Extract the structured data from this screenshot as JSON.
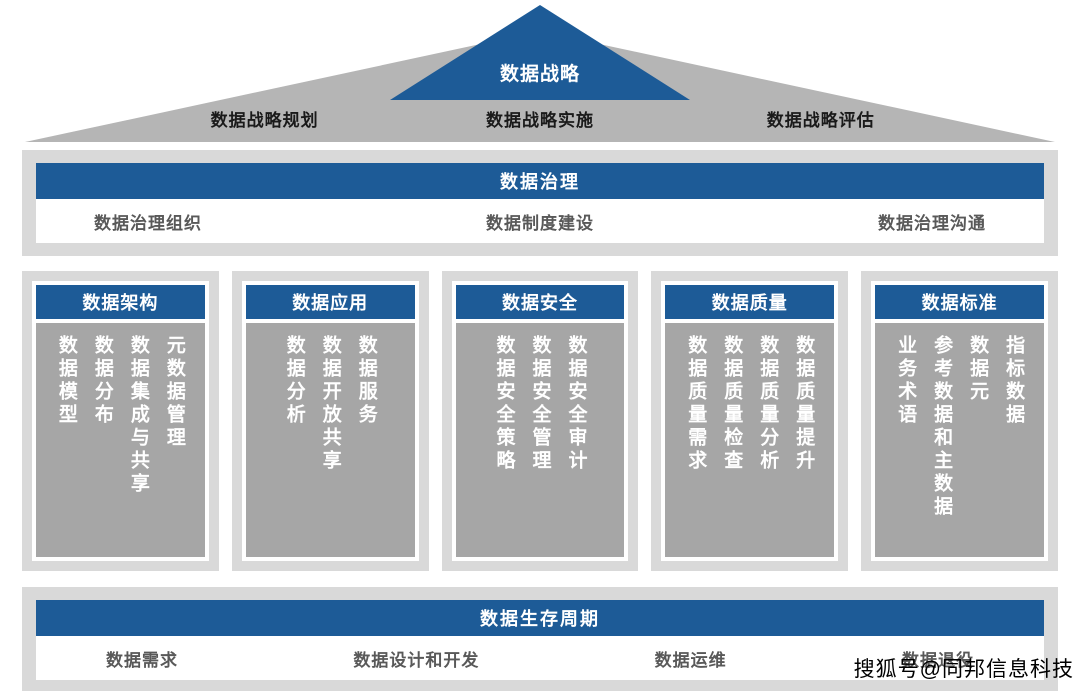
{
  "roof": {
    "title": "数据战略",
    "items": [
      "数据战略规划",
      "数据战略实施",
      "数据战略评估"
    ]
  },
  "governance": {
    "title": "数据治理",
    "items": [
      "数据治理组织",
      "数据制度建设",
      "数据治理沟通"
    ]
  },
  "pillars": [
    {
      "title": "数据架构",
      "items": [
        "数据模型",
        "数据分布",
        "数据集成与共享",
        "元数据管理"
      ]
    },
    {
      "title": "数据应用",
      "items": [
        "数据分析",
        "数据开放共享",
        "数据服务"
      ]
    },
    {
      "title": "数据安全",
      "items": [
        "数据安全策略",
        "数据安全管理",
        "数据安全审计"
      ]
    },
    {
      "title": "数据质量",
      "items": [
        "数据质量需求",
        "数据质量检查",
        "数据质量分析",
        "数据质量提升"
      ]
    },
    {
      "title": "数据标准",
      "items": [
        "业务术语",
        "参考数据和主数据",
        "数据元",
        "指标数据"
      ]
    }
  ],
  "lifecycle": {
    "title": "数据生存周期",
    "items": [
      "数据需求",
      "数据设计和开发",
      "数据运维",
      "数据退役"
    ]
  },
  "watermark": "搜狐号@同邦信息科技",
  "colors": {
    "accent_blue": "#1d5b97",
    "roof_gray": "#b5b5b5",
    "frame_gray": "#d9d9d9",
    "pillar_gray": "#a6a6a6",
    "label_gray": "#595959"
  }
}
